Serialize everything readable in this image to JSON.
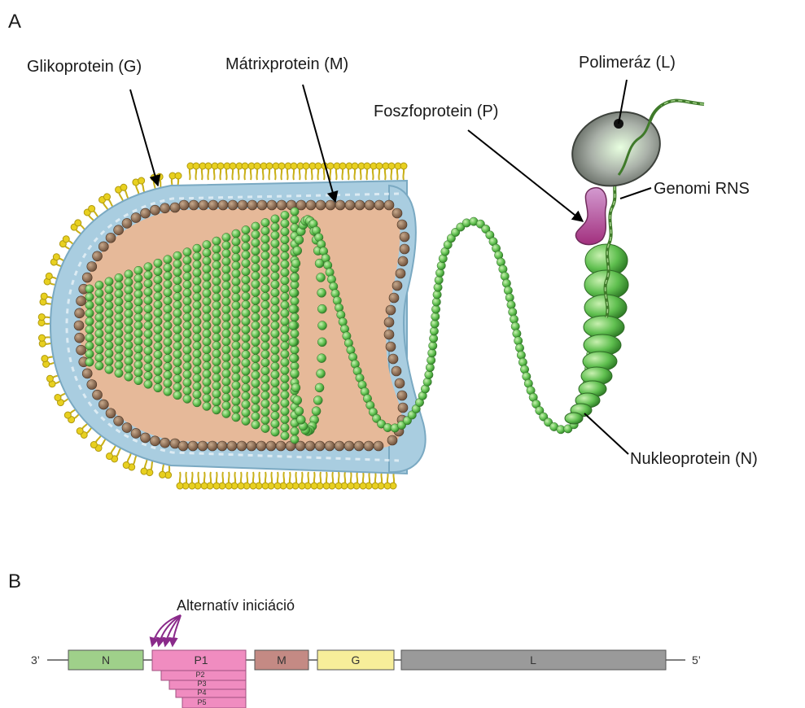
{
  "panel_a": {
    "letter": "A",
    "labels": {
      "glycoprotein": "Glikoprotein (G)",
      "matrix": "Mátrixprotein (M)",
      "polymerase": "Polimeráz (L)",
      "phosphoprotein": "Foszfoprotein (P)",
      "genome": "Genomi RNS",
      "nucleoprotein": "Nukleoprotein (N)"
    }
  },
  "panel_b": {
    "letter": "B",
    "alt_init": "Alternatív iniciáció",
    "end3": "3’",
    "end5": "5’",
    "genes": {
      "n": "N",
      "p1": "P1",
      "p2": "P2",
      "p3": "P3",
      "p4": "P4",
      "p5": "P5",
      "m": "M",
      "g": "G",
      "l": "L"
    }
  },
  "colors": {
    "lipid_head": "#e8d020",
    "membrane_inner": "#a9cde0",
    "matrix_bead": "#8a6a52",
    "interior": "#e6b999",
    "nucleo_green": "#5fbf4f",
    "polymerase": "#9a9e9a",
    "phospho": "#b0488e",
    "gene_n": "#9fd08a",
    "gene_p": "#f08cc0",
    "gene_m": "#c48a84",
    "gene_g": "#f7ee9a",
    "gene_l": "#9a9a9a"
  }
}
